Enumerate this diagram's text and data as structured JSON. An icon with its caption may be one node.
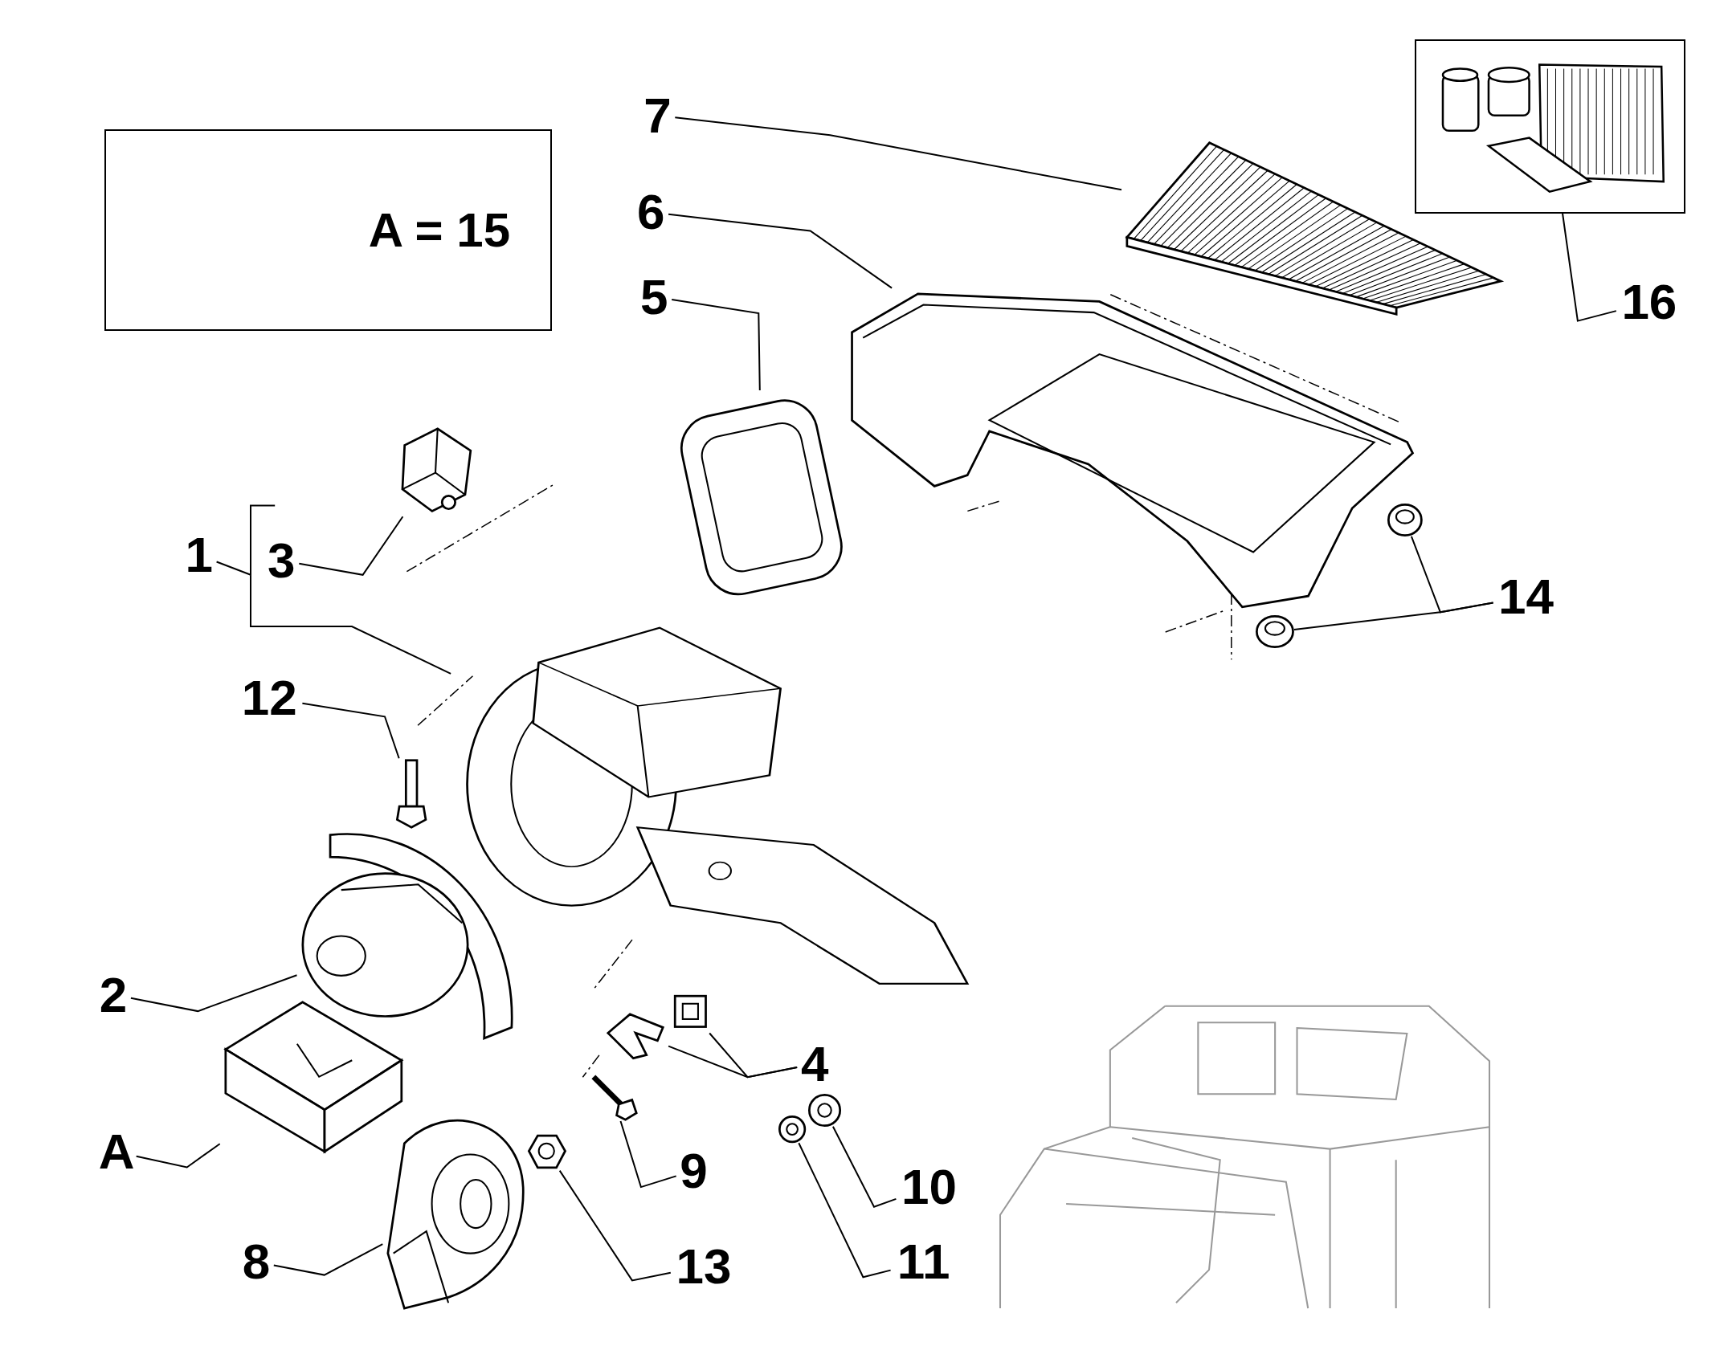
{
  "diagram": {
    "nodes": [
      {
        "text": [
          "A = 15"
        ]
      },
      {
        "text": [],
        "shape": "picture"
      },
      {
        "text": [
          "7"
        ]
      },
      {
        "text": [],
        "shape": "picture"
      },
      {
        "text": [
          "6"
        ]
      },
      {
        "text": [],
        "shape": "picture"
      },
      {
        "text": [
          "5"
        ]
      },
      {
        "text": [
          "16"
        ]
      },
      {
        "text": [],
        "shape": "picture"
      },
      {
        "text": [],
        "shape": "picture"
      },
      {
        "text": [
          "1"
        ]
      },
      {
        "text": [
          "3"
        ]
      },
      {
        "text": [],
        "shape": "picture"
      },
      {
        "text": [],
        "shape": "picture"
      },
      {
        "text": [
          "14"
        ]
      },
      {
        "text": [],
        "shape": "picture"
      },
      {
        "text": [
          "12"
        ]
      },
      {
        "text": [],
        "shape": "picture"
      },
      {
        "text": [],
        "shape": "picture"
      },
      {
        "text": [
          "2"
        ]
      },
      {
        "text": [],
        "shape": "picture"
      },
      {
        "text": [],
        "shape": "picture"
      },
      {
        "text": [
          "4"
        ]
      },
      {
        "text": [],
        "shape": "picture"
      },
      {
        "text": [
          "A"
        ]
      },
      {
        "text": [],
        "shape": "picture"
      },
      {
        "text": [
          "9"
        ]
      },
      {
        "text": [],
        "shape": "picture"
      },
      {
        "text": [],
        "shape": "picture"
      },
      {
        "text": [],
        "shape": "picture"
      },
      {
        "text": [
          "10"
        ]
      },
      {
        "text": [],
        "shape": "picture"
      },
      {
        "text": [
          "8"
        ]
      },
      {
        "text": [
          "13"
        ]
      },
      {
        "text": [
          "11"
        ]
      }
    ],
    "edges": [
      {
        "from": 2,
        "to": 3,
        "arrow": "none"
      },
      {
        "from": 4,
        "to": 5,
        "arrow": "none"
      },
      {
        "from": 6,
        "to": 8,
        "arrow": "none"
      },
      {
        "from": 7,
        "to": 1,
        "arrow": "none"
      },
      {
        "from": 14,
        "to": 13,
        "arrow": "none"
      },
      {
        "from": 14,
        "to": 15,
        "arrow": "none"
      },
      {
        "from": 11,
        "to": 9,
        "arrow": "none"
      },
      {
        "from": 10,
        "to": 12,
        "arrow": "none"
      },
      {
        "from": 16,
        "to": 17,
        "arrow": "none"
      },
      {
        "from": 19,
        "to": 18,
        "arrow": "none"
      },
      {
        "from": 22,
        "to": 21,
        "arrow": "none"
      },
      {
        "from": 22,
        "to": 20,
        "arrow": "none"
      },
      {
        "from": 24,
        "to": 23,
        "arrow": "none"
      },
      {
        "from": 26,
        "to": 25,
        "arrow": "none"
      },
      {
        "from": 33,
        "to": 27,
        "arrow": "none"
      },
      {
        "from": 30,
        "to": 28,
        "arrow": "none"
      },
      {
        "from": 34,
        "to": 29,
        "arrow": "none"
      },
      {
        "from": 32,
        "to": 31,
        "arrow": "none"
      }
    ]
  }
}
